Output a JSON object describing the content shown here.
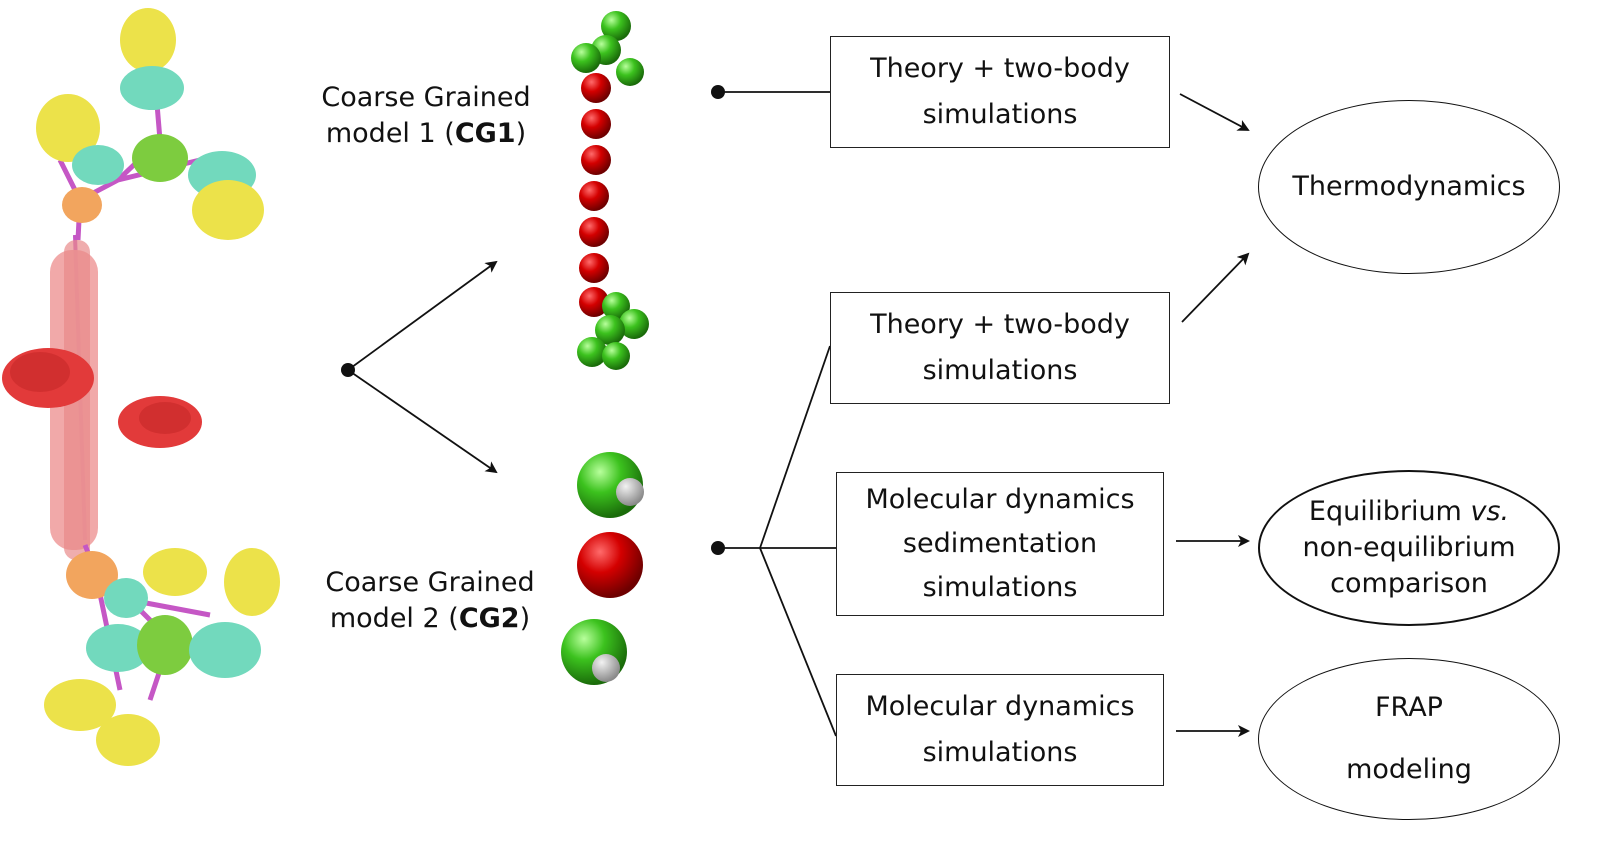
{
  "models": {
    "cg1": {
      "line1": "Coarse Grained",
      "line2_pre": "model 1 (",
      "line2_bold": "CG1",
      "line2_post": ")"
    },
    "cg2": {
      "line1": "Coarse Grained",
      "line2_pre": "model 2 (",
      "line2_bold": "CG2",
      "line2_post": ")"
    }
  },
  "methods": [
    {
      "lines": [
        "Theory + two-body",
        "simulations"
      ]
    },
    {
      "lines": [
        "Theory + two-body",
        "simulations"
      ]
    },
    {
      "lines": [
        "Molecular dynamics",
        "sedimentation",
        "simulations"
      ]
    },
    {
      "lines": [
        "Molecular dynamics",
        "simulations"
      ]
    }
  ],
  "outcomes": {
    "thermodynamics": "Thermodynamics",
    "equilibrium": {
      "line1_pre": "Equilibrium ",
      "line1_italic": "vs.",
      "line2": "non-equilibrium",
      "line3": "comparison"
    },
    "frap": {
      "line1": "FRAP",
      "line2": "modeling"
    }
  },
  "colors": {
    "bead_red": "#d40000",
    "bead_green": "#3cc21e",
    "sphere_gray": "#bdbdbd",
    "protein_yellow": "#ece24a",
    "protein_teal": "#72d9bd",
    "protein_green": "#7dcc3f",
    "protein_orange": "#f2a55e",
    "protein_red": "#e23a3a",
    "protein_pink": "#f0a0a0",
    "linker_magenta": "#c557c5"
  }
}
